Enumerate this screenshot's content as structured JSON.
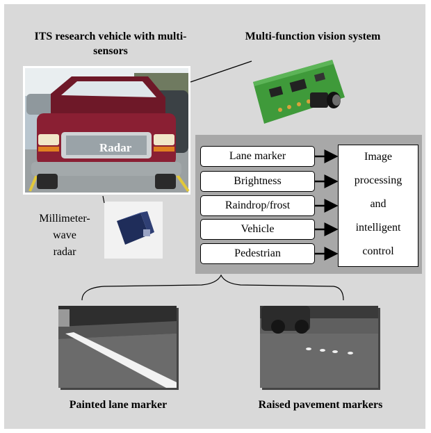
{
  "titles": {
    "vehicle": "ITS research vehicle with multi-sensors",
    "vision": "Multi-function vision system"
  },
  "labels": {
    "radar_on_car": "Radar",
    "mmw_radar_line1": "Millimeter-",
    "mmw_radar_line2": "wave",
    "mmw_radar_line3": "radar"
  },
  "sensors": [
    "Lane marker",
    "Brightness",
    "Raindrop/frost",
    "Vehicle",
    "Pedestrian"
  ],
  "processing": [
    "Image",
    "processing",
    "and",
    "intelligent",
    "control"
  ],
  "captions": {
    "painted": "Painted lane marker",
    "raised": "Raised pavement markers"
  },
  "colors": {
    "background": "#d9d9d9",
    "sensor_panel": "#a8a8a8",
    "car_body": "#8a1f33",
    "circuit_board": "#3f9a3a"
  }
}
